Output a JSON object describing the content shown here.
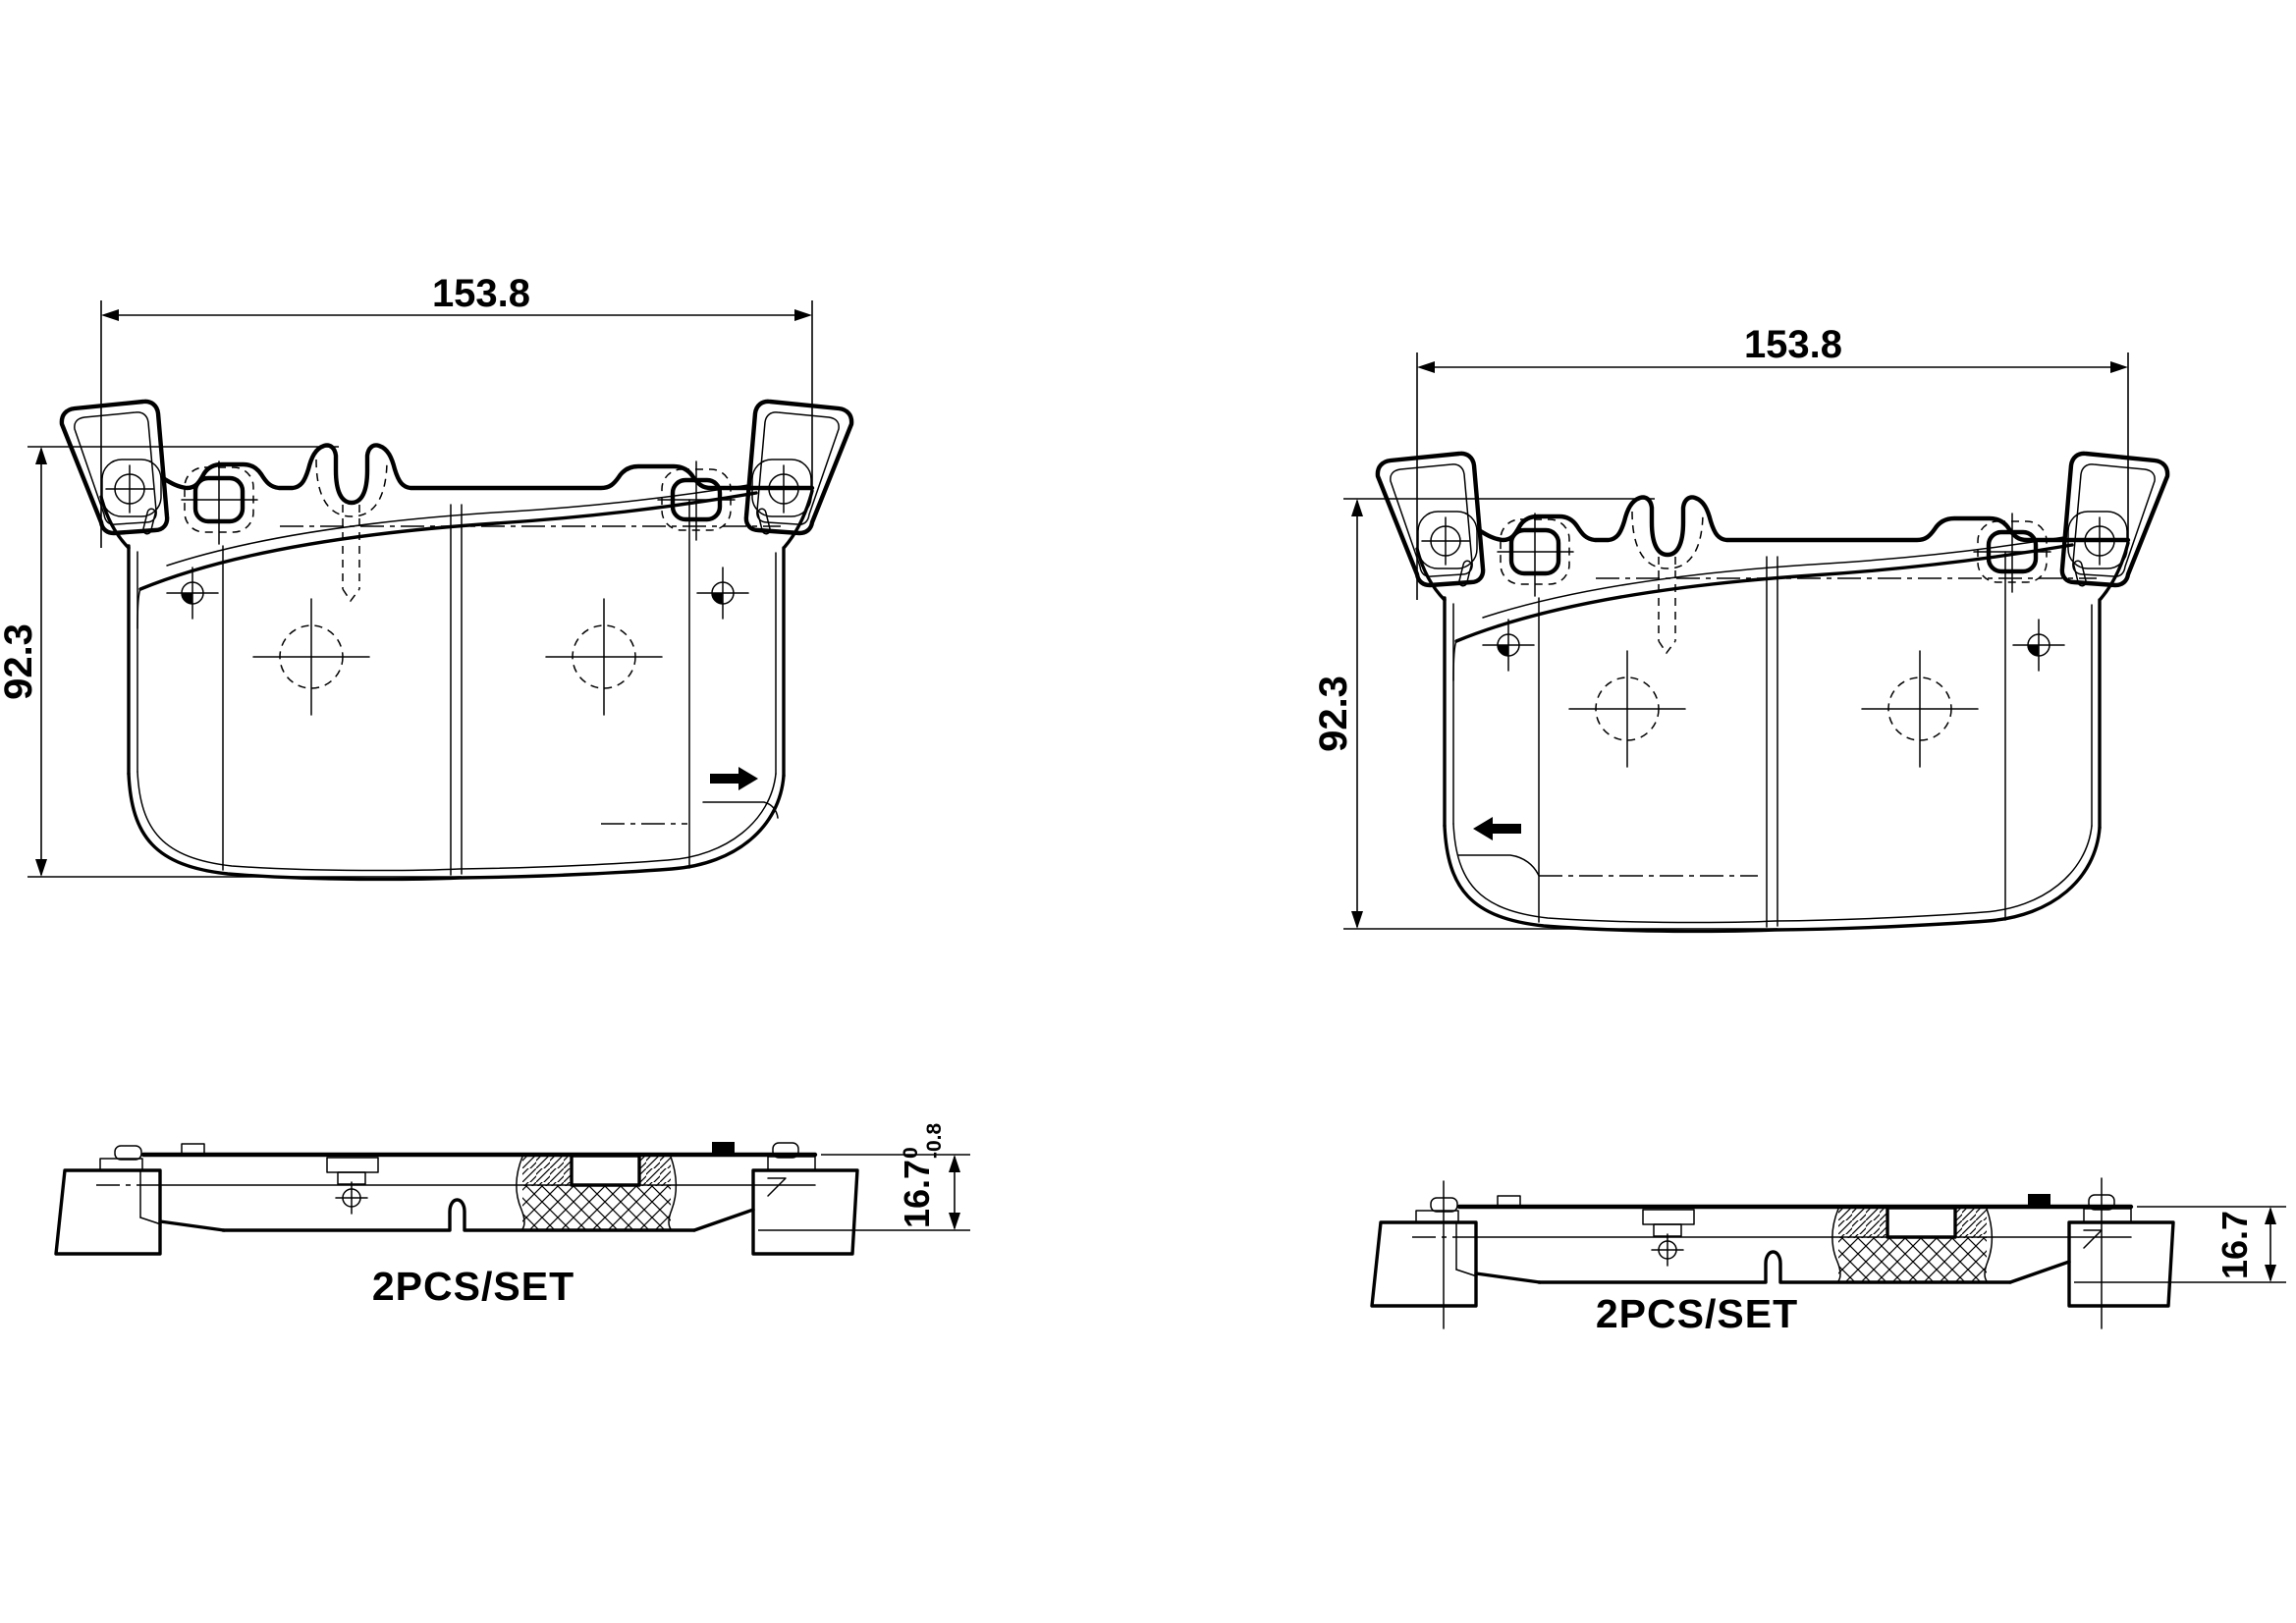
{
  "colors": {
    "ink": "#000000",
    "paper": "#ffffff"
  },
  "views": {
    "front_left": {
      "width_mm": "153.8",
      "height_mm": "92.3",
      "direction_arrow": "right"
    },
    "front_right": {
      "width_mm": "153.8",
      "height_mm": "92.3",
      "direction_arrow": "left"
    },
    "side_left": {
      "thickness_mm": "16.7",
      "thickness_tol_upper": "0",
      "thickness_tol_lower": "-0.8",
      "pieces_label": "2PCS/SET"
    },
    "side_right": {
      "thickness_mm": "16.7",
      "pieces_label": "2PCS/SET"
    }
  }
}
